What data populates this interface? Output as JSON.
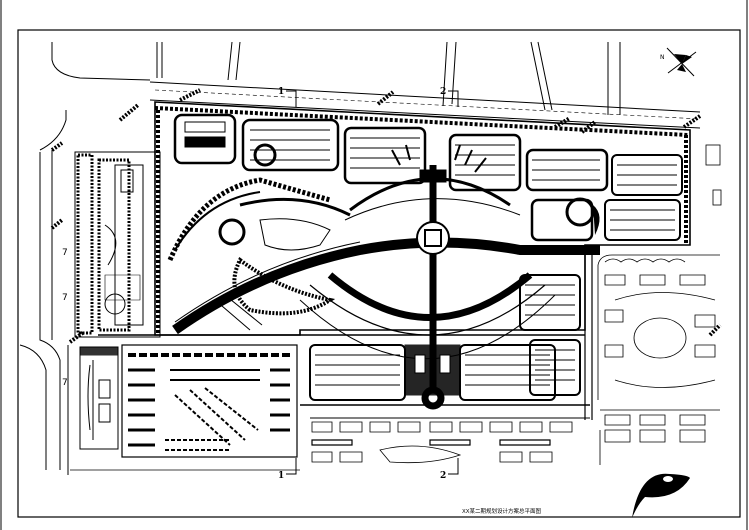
{
  "drawing": {
    "type": "residential master plan (site plan, CAD line drawing)",
    "title_text": "XX某二期规划设计方案总平面图",
    "title_legible": false,
    "colors": {
      "ink": "#000000",
      "paper": "#ffffff",
      "tone": "#9a9a9a"
    }
  },
  "section_markers": {
    "top": [
      {
        "label": "1"
      },
      {
        "label": "2"
      }
    ],
    "bottom": [
      {
        "label": "1"
      },
      {
        "label": "2"
      }
    ]
  },
  "map_labels": {
    "west_road_marks": [
      "7",
      "7",
      "7"
    ]
  },
  "north_arrow": {
    "icon": "north-arrow-icon",
    "glyph": "N"
  },
  "logo": {
    "icon": "leaf-logo-icon"
  }
}
